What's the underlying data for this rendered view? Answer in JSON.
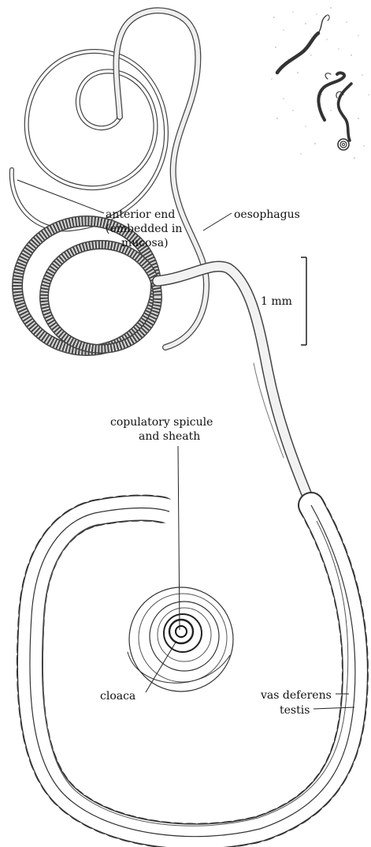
{
  "figure": {
    "labels": {
      "anterior_end_1": "anterior end",
      "anterior_end_2": "(embedded in",
      "anterior_end_3": "mucosa)",
      "oesophagus": "oesophagus",
      "scale": "1 mm",
      "copulatory_1": "copulatory spicule",
      "copulatory_2": "and sheath",
      "cloaca": "cloaca",
      "vas_deferens": "vas deferens",
      "testis": "testis"
    }
  }
}
